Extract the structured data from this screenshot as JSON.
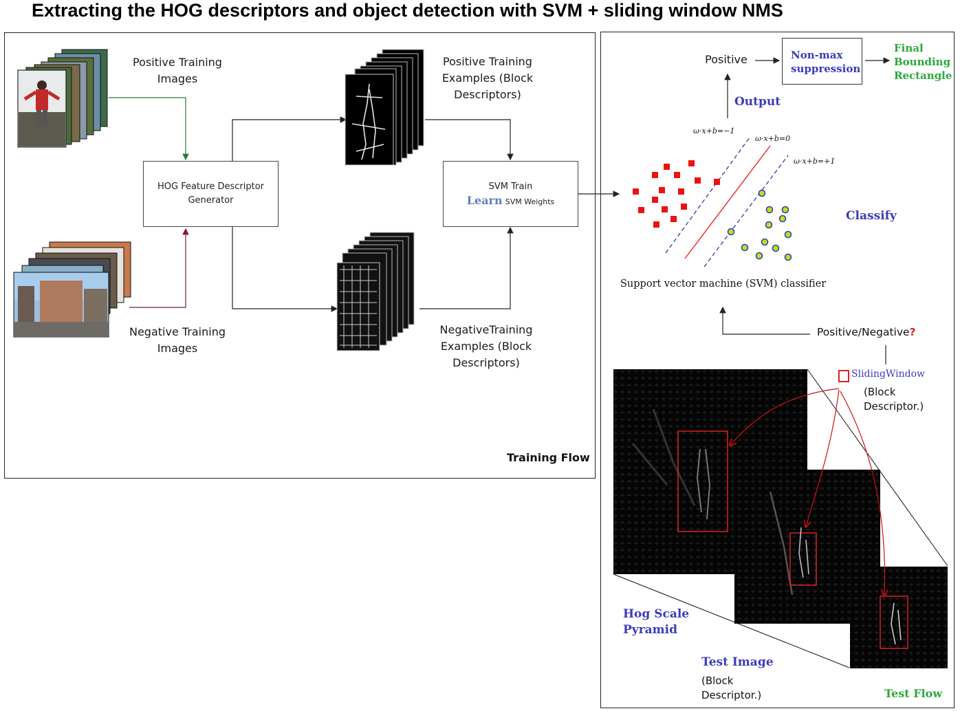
{
  "title": "Extracting the HOG descriptors and object detection with SVM + sliding window NMS",
  "training": {
    "positive_images_label": "Positive Training Images",
    "negative_images_label": "Negative Training Images",
    "hog_box": {
      "line1": "HOG Feature Descriptor",
      "line2": "Generator"
    },
    "positive_examples_label": {
      "line1": "Positive Training",
      "line2": "Examples (Block",
      "line3": "Descriptors)"
    },
    "negative_examples_label": {
      "line1": "NegativeTraining",
      "line2": "Examples (Block",
      "line3": "Descriptors)"
    },
    "svm_box": {
      "line1": "SVM Train",
      "learn": "Learn",
      "weights": "SVM Weights"
    },
    "footer": "Training Flow"
  },
  "test": {
    "positive": "Positive",
    "nms_box": {
      "line1": "Non-max",
      "line2": "suppression"
    },
    "final": {
      "line1": "Final",
      "line2": "Bounding",
      "line3": "Rectangle"
    },
    "output": "Output",
    "eq_neg": "ω·x+b=−1",
    "eq_zero": "ω·x+b=0",
    "eq_pos": "ω·x+b=+1",
    "classify": "Classify",
    "svm_caption": "Support vector machine (SVM) classifier",
    "pos_neg": "Positive/Negative",
    "question": "?",
    "sliding_window": "SlidingWindow",
    "block_desc": {
      "line1": "(Block",
      "line2": "Descriptor.)"
    },
    "pyramid": {
      "line1": "Hog Scale",
      "line2": "Pyramid"
    },
    "test_image": "Test Image",
    "test_block": {
      "line1": "(Block",
      "line2": "Descriptor.)"
    },
    "footer": "Test Flow"
  },
  "colors": {
    "red_class": "#ee1111",
    "green_class": "#bfe01a",
    "blue_text": "#3b3bbb",
    "green_text": "#2aa83a",
    "box_red": "#dd2222"
  }
}
